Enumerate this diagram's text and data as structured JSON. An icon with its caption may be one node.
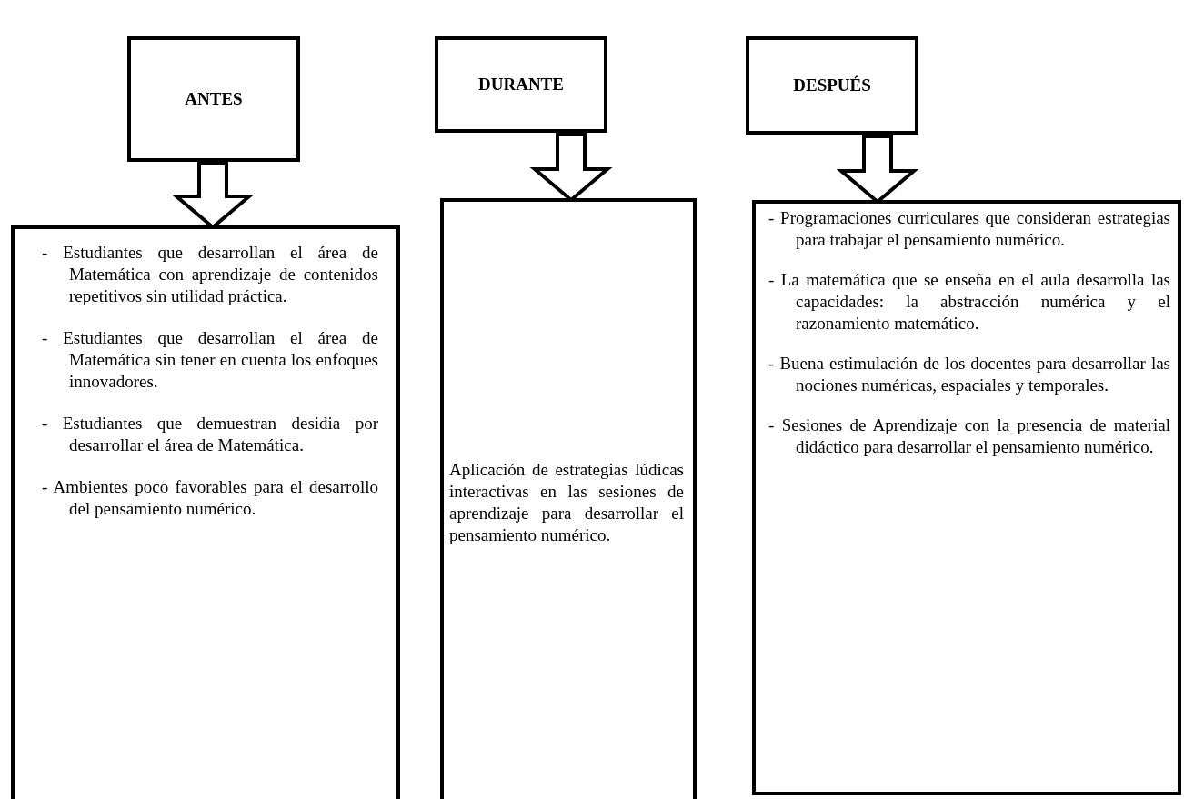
{
  "diagram": {
    "nodes": [
      {
        "text": [
          "ANTES"
        ]
      },
      {
        "text": [
          "DURANTE"
        ]
      },
      {
        "text": [
          "DESPUÉS"
        ]
      },
      {
        "text": [
          "- Estudiantes que desarrollan el área de Matemática con aprendizaje de contenidos repetitivos sin utilidad práctica.",
          "- Estudiantes que desarrollan el área de Matemática sin tener en cuenta los enfoques innovadores.",
          "- Estudiantes que demuestran desidia por desarrollar el área de Matemática.",
          "- Ambientes poco favorables para el desarrollo del pensamiento numérico."
        ]
      },
      {
        "text": [
          "Aplicación de estrategias lúdicas interactivas en las sesiones de aprendizaje para desarrollar el pensamiento numérico."
        ]
      },
      {
        "text": [
          "- Programaciones curriculares que consideran estrategias para trabajar el pensamiento numérico.",
          "- La matemática que se enseña en el aula desarrolla las capacidades: la abstracción numérica y el razonamiento matemático.",
          "- Buena estimulación de los docentes para desarrollar las nociones numéricas, espaciales y temporales.",
          "- Sesiones de Aprendizaje con la presencia de material didáctico para desarrollar el pensamiento numérico."
        ]
      }
    ],
    "edges": [
      {
        "from": 0,
        "to": 3,
        "arrow": "to"
      },
      {
        "from": 1,
        "to": 4,
        "arrow": "to"
      },
      {
        "from": 2,
        "to": 5,
        "arrow": "to"
      }
    ]
  }
}
